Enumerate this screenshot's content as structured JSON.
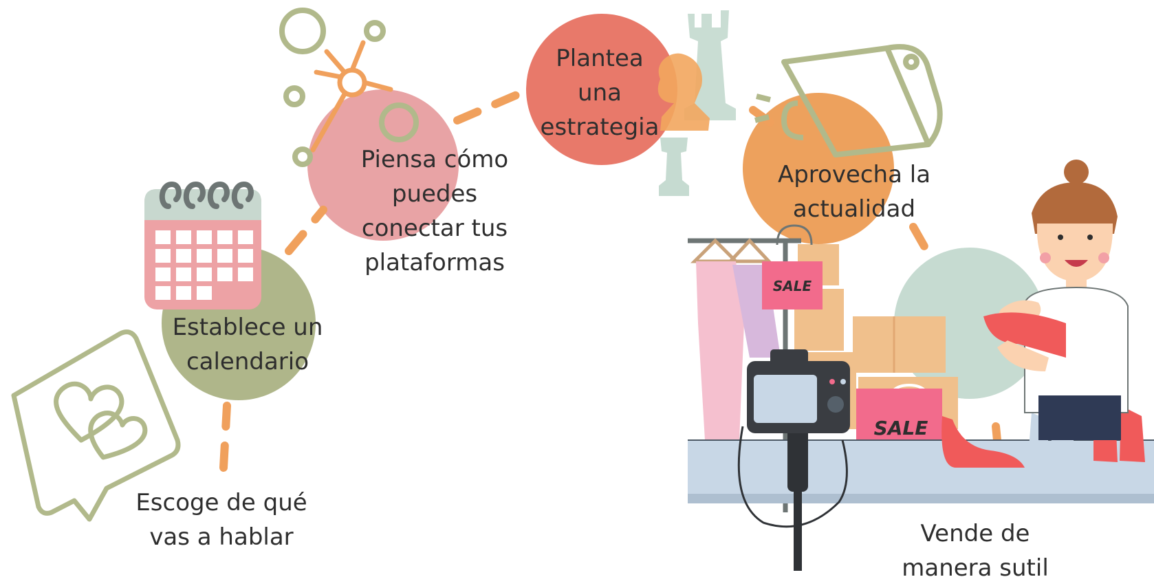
{
  "steps": [
    {
      "label": "Escoge de qué\nvas a hablar",
      "color": "#ffffff"
    },
    {
      "label": "Establece un\ncalendario",
      "color": "#afb68a"
    },
    {
      "label": "Piensa cómo\npuedes\nconectar tus\nplataformas",
      "color": "#e8a3a5"
    },
    {
      "label": "Plantea\nuna\nestrategia",
      "color": "#e8796a"
    },
    {
      "label": "Aprovecha la\nactualidad",
      "color": "#eda15d"
    },
    {
      "label": "Vende de\nmanera sutil",
      "color": "#c6dbd1"
    }
  ],
  "illustration": {
    "sale_tag_small": "SALE",
    "sale_tag_large": "SALE"
  },
  "colors": {
    "path_dash": "#f0a05c",
    "line_art": "#b1b98b",
    "calendar_pink": "#eda2a5",
    "calendar_top": "#c8d8cf"
  }
}
